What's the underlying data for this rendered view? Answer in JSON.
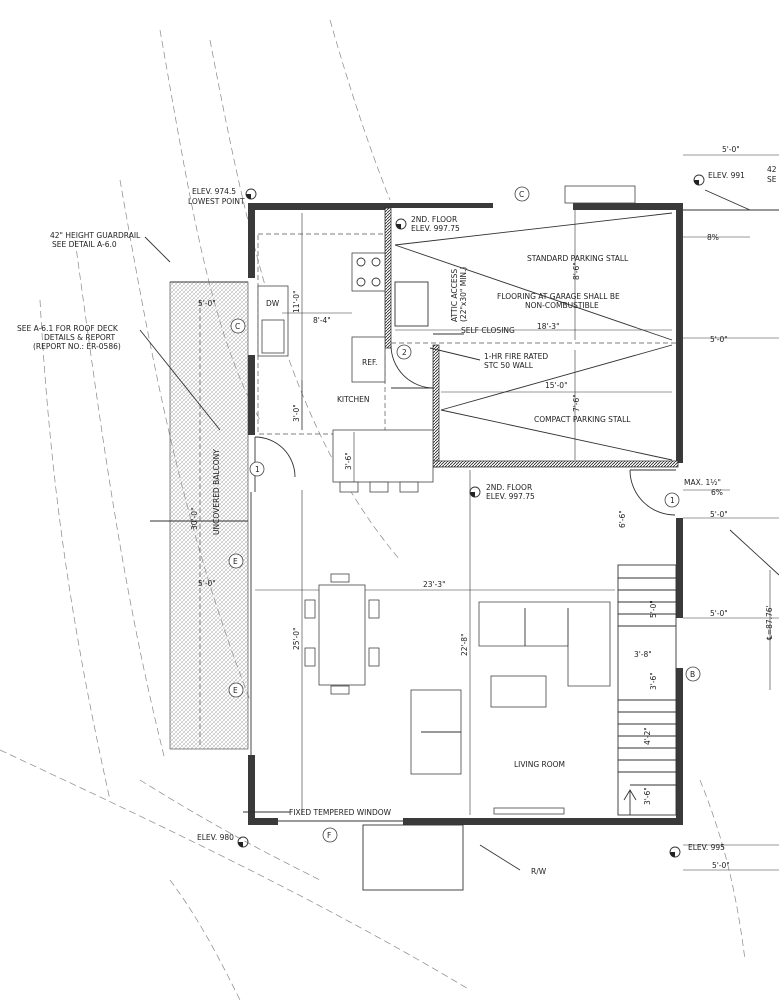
{
  "sheet": {
    "elevations": {
      "lowest_point_value": "ELEV. 974.5",
      "lowest_point_label": "LOWEST POINT",
      "second_floor_label_1": "2ND. FLOOR",
      "second_floor_value_1": "ELEV. 997.75",
      "second_floor_label_2": "2ND. FLOOR",
      "second_floor_value_2": "ELEV. 997.75",
      "elev_991": "ELEV. 991",
      "elev_980": "ELEV. 980",
      "elev_995": "ELEV. 995"
    },
    "notes": {
      "guardrail_1": "42\" HEIGHT GUARDRAIL",
      "guardrail_2": "SEE DETAIL A-6.0",
      "roof_deck_1": "SEE A-6.1 FOR ROOF DECK",
      "roof_deck_2": "DETAILS & REPORT",
      "roof_deck_3": "(REPORT NO.: ER-0586)",
      "standard_stall": "STANDARD PARKING STALL",
      "flooring_1": "FLOORING AT GARAGE SHALL BE",
      "flooring_2": "NON-COMBUSTIBLE",
      "attic_1": "ATTIC ACCESS",
      "attic_2": "(22\"x30\" MIN.)",
      "self_closing": "SELF CLOSING",
      "fire_wall_1": "1-HR FIRE RATED",
      "fire_wall_2": "STC 50 WALL",
      "compact_stall": "COMPACT PARKING STALL",
      "window": "FIXED TEMPERED WINDOW",
      "right_of_way": "R/W",
      "partial_42": "42",
      "partial_se": "SE",
      "max_label": "MAX. 1½\"",
      "centerline": "℄=87.76'"
    },
    "rooms": {
      "kitchen": "KITCHEN",
      "living": "LIVING ROOM",
      "balcony": "UNCOVERED BALCONY",
      "dw": "DW",
      "ref": "REF."
    },
    "dimensions": {
      "d_11_0": "11'-0\"",
      "d_8_4": "8'-4\"",
      "d_3_0": "3'-0\"",
      "d_3_6_island": "3'-6\"",
      "d_5_0_balc_top": "5'-0\"",
      "d_5_0_balc_mid": "5'-0\"",
      "d_30_0": "30'-0\"",
      "d_18_3": "18'-3\"",
      "d_15_0": "15'-0\"",
      "d_8_6": "8'-6\"",
      "d_7_6": "7'-6\"",
      "d_23_3": "23'-3\"",
      "d_25_0": "25'-0\"",
      "d_22_8": "22'-8\"",
      "d_6_6": "6'-6\"",
      "d_5_0_stair": "5'-0\"",
      "d_3_8": "3'-8\"",
      "d_3_6_stair": "3'-6\"",
      "d_4_2": "4'-2\"",
      "d_3_6_bottom": "3'-6\"",
      "d_5_0_r1": "5'-0\"",
      "d_5_0_r2": "5'-0\"",
      "d_5_0_r3": "5'-0\"",
      "d_5_0_r4": "5'-0\"",
      "d_5_0_r5": "5'-0\"",
      "slope_8": "8%",
      "slope_6": "6%"
    },
    "tags": {
      "c_top": "C",
      "c_left": "C",
      "e_1": "E",
      "e_2": "E",
      "b": "B",
      "f": "F",
      "door_1": "1",
      "door_1b": "1",
      "door_2": "2"
    }
  }
}
